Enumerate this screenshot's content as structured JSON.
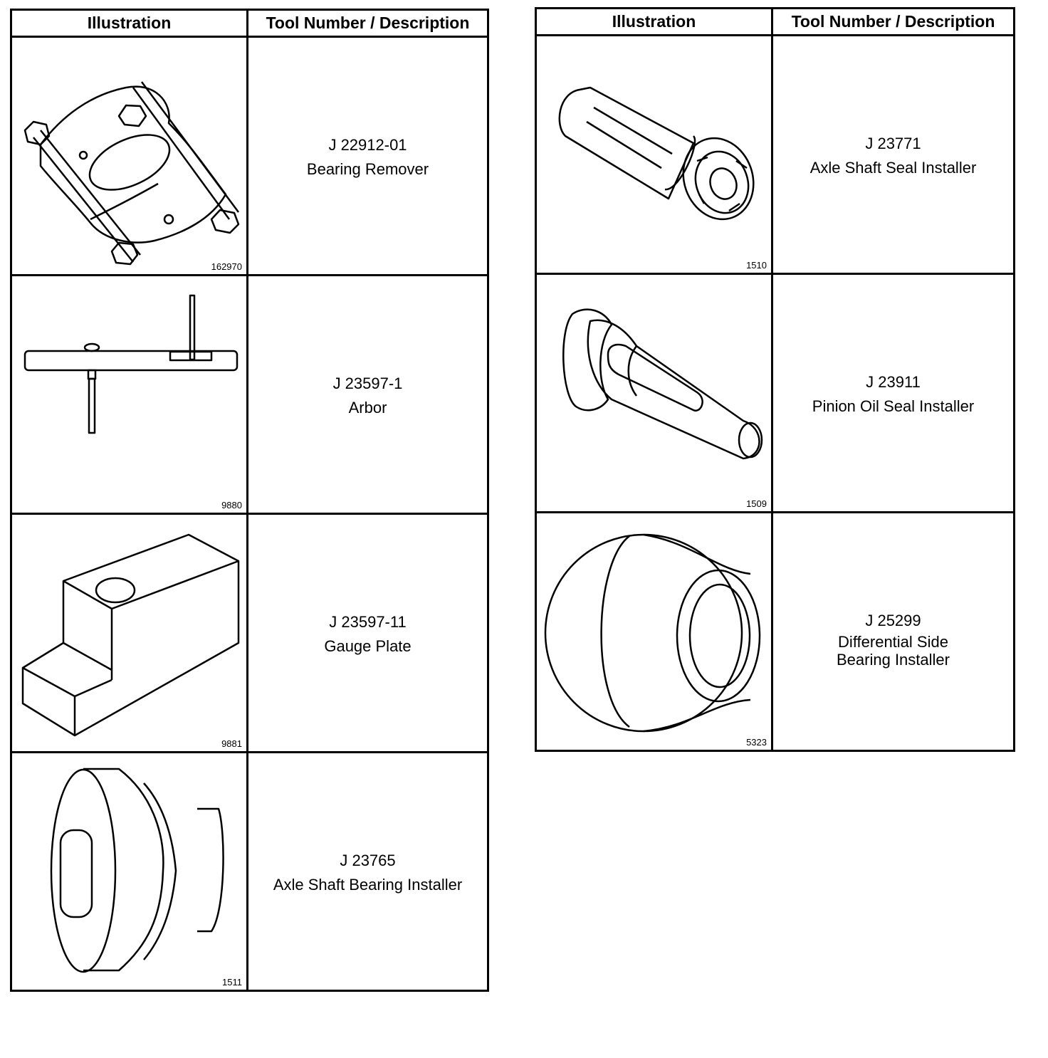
{
  "tables": [
    {
      "headers": {
        "illustration": "Illustration",
        "description": "Tool Number / Description"
      },
      "rows": [
        {
          "figure": "162970",
          "tool_number": "J 22912-01",
          "description": "Bearing Remover"
        },
        {
          "figure": "9880",
          "tool_number": "J 23597-1",
          "description": "Arbor"
        },
        {
          "figure": "9881",
          "tool_number": "J 23597-11",
          "description": "Gauge Plate"
        },
        {
          "figure": "1511",
          "tool_number": "J 23765",
          "description": "Axle Shaft Bearing Installer"
        }
      ]
    },
    {
      "headers": {
        "illustration": "Illustration",
        "description": "Tool Number / Description"
      },
      "rows": [
        {
          "figure": "1510",
          "tool_number": "J 23771",
          "description": "Axle Shaft Seal Installer"
        },
        {
          "figure": "1509",
          "tool_number": "J 23911",
          "description": "Pinion Oil Seal Installer"
        },
        {
          "figure": "5323",
          "tool_number": "J 25299",
          "description": "Differential Side Bearing Installer"
        }
      ]
    }
  ],
  "icons": [
    "bearing-remover-icon",
    "arbor-icon",
    "gauge-plate-icon",
    "axle-shaft-bearing-installer-icon",
    "axle-shaft-seal-installer-icon",
    "pinion-oil-seal-installer-icon",
    "differential-side-bearing-installer-icon"
  ]
}
